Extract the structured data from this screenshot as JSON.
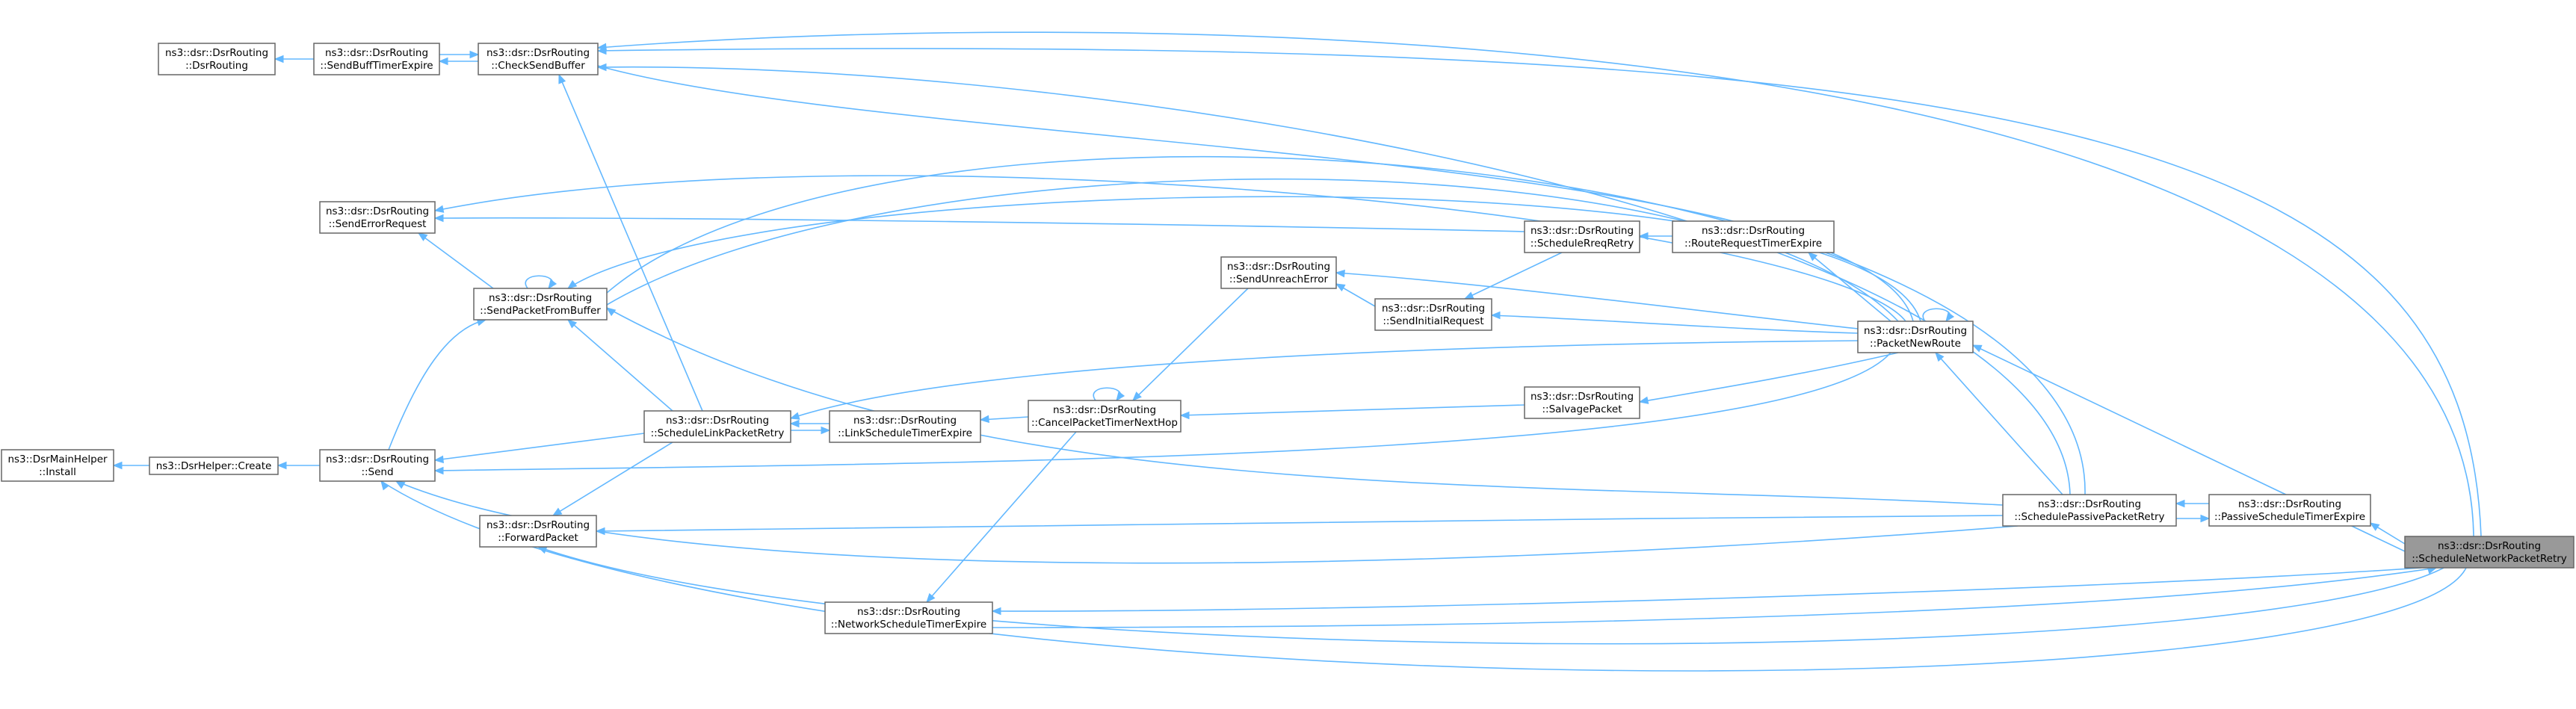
{
  "graph": {
    "colors": {
      "edge": "#63b8ff",
      "node_border": "#666666",
      "node_fill": "#ffffff",
      "highlight_fill": "#999999"
    },
    "nodes": [
      {
        "id": "main_install",
        "line1": "ns3::DsrMainHelper",
        "line2": "::Install"
      },
      {
        "id": "helper_create",
        "line1": "ns3::DsrHelper::Create",
        "line2": ""
      },
      {
        "id": "dsrrouting",
        "line1": "ns3::dsr::DsrRouting",
        "line2": "::DsrRouting"
      },
      {
        "id": "sendbufftimer",
        "line1": "ns3::dsr::DsrRouting",
        "line2": "::SendBuffTimerExpire"
      },
      {
        "id": "checksendbuffer",
        "line1": "ns3::dsr::DsrRouting",
        "line2": "::CheckSendBuffer"
      },
      {
        "id": "senderrorrequest",
        "line1": "ns3::dsr::DsrRouting",
        "line2": "::SendErrorRequest"
      },
      {
        "id": "sendpacketfrombuffer",
        "line1": "ns3::dsr::DsrRouting",
        "line2": "::SendPacketFromBuffer"
      },
      {
        "id": "send",
        "line1": "ns3::dsr::DsrRouting",
        "line2": "::Send"
      },
      {
        "id": "forwardpacket",
        "line1": "ns3::dsr::DsrRouting",
        "line2": "::ForwardPacket"
      },
      {
        "id": "schedulelinkpacketretry",
        "line1": "ns3::dsr::DsrRouting",
        "line2": "::ScheduleLinkPacketRetry"
      },
      {
        "id": "linkscheduletimer",
        "line1": "ns3::dsr::DsrRouting",
        "line2": "::LinkScheduleTimerExpire"
      },
      {
        "id": "networkscheduletimer",
        "line1": "ns3::dsr::DsrRouting",
        "line2": "::NetworkScheduleTimerExpire"
      },
      {
        "id": "cancelpackettimer",
        "line1": "ns3::dsr::DsrRouting",
        "line2": "::CancelPacketTimerNextHop"
      },
      {
        "id": "sendunreacherror",
        "line1": "ns3::dsr::DsrRouting",
        "line2": "::SendUnreachError"
      },
      {
        "id": "sendinitialrequest",
        "line1": "ns3::dsr::DsrRouting",
        "line2": "::SendInitialRequest"
      },
      {
        "id": "schedulerreqretry",
        "line1": "ns3::dsr::DsrRouting",
        "line2": "::ScheduleRreqRetry"
      },
      {
        "id": "salvagepacket",
        "line1": "ns3::dsr::DsrRouting",
        "line2": "::SalvagePacket"
      },
      {
        "id": "routerequesttimer",
        "line1": "ns3::dsr::DsrRouting",
        "line2": "::RouteRequestTimerExpire"
      },
      {
        "id": "packetnewroute",
        "line1": "ns3::dsr::DsrRouting",
        "line2": "::PacketNewRoute"
      },
      {
        "id": "schedulepassive",
        "line1": "ns3::dsr::DsrRouting",
        "line2": "::SchedulePassivePacketRetry"
      },
      {
        "id": "passivescheduletimer",
        "line1": "ns3::dsr::DsrRouting",
        "line2": "::PassiveScheduleTimerExpire"
      },
      {
        "id": "schedulenetwork",
        "line1": "ns3::dsr::DsrRouting",
        "line2": "::ScheduleNetworkPacketRetry"
      }
    ]
  }
}
